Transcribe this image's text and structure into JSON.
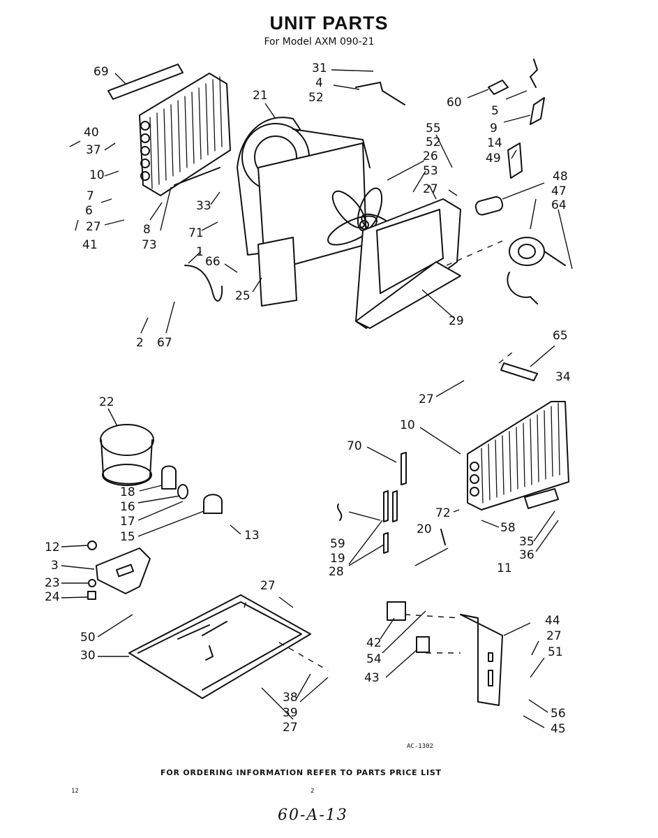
{
  "title": "UNIT PARTS",
  "subtitle": "For Model AXM 090-21",
  "diagram_code": "AC-1302",
  "footer": "FOR ORDERING INFORMATION REFER TO PARTS PRICE LIST",
  "page_number": "2",
  "margin_mark": "12",
  "handwritten": "60-A-13",
  "callouts": [
    "69",
    "31",
    "4",
    "52",
    "21",
    "60",
    "5",
    "9",
    "40",
    "37",
    "10",
    "7",
    "6",
    "27",
    "41",
    "8",
    "73",
    "33",
    "71",
    "1",
    "66",
    "25",
    "2",
    "67",
    "55",
    "52",
    "26",
    "53",
    "27",
    "14",
    "49",
    "48",
    "47",
    "64",
    "29",
    "65",
    "27",
    "34",
    "10",
    "70",
    "22",
    "18",
    "16",
    "17",
    "15",
    "13",
    "72",
    "58",
    "20",
    "59",
    "19",
    "28",
    "35",
    "36",
    "11",
    "12",
    "3",
    "23",
    "24",
    "27",
    "50",
    "30",
    "38",
    "39",
    "27",
    "42",
    "54",
    "43",
    "44",
    "27",
    "51",
    "56",
    "45"
  ]
}
